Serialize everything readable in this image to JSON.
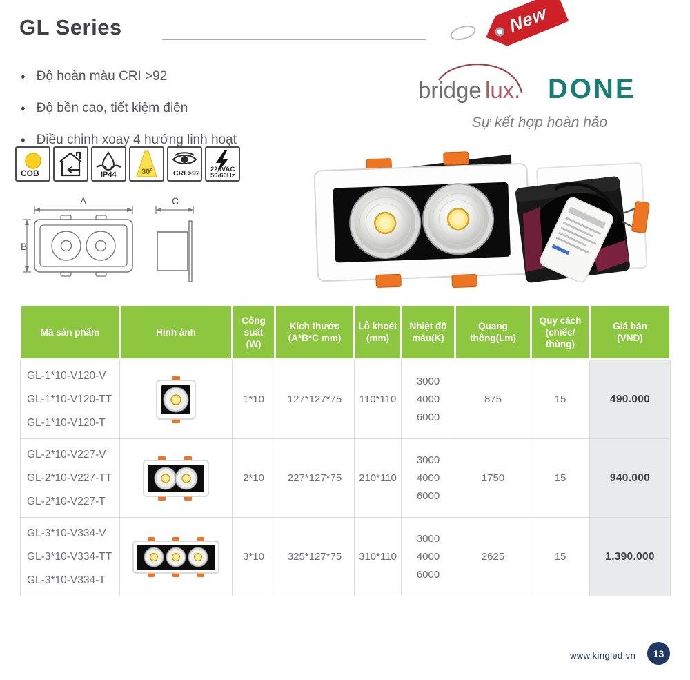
{
  "header": {
    "title": "GL Series",
    "new_tag": "New"
  },
  "features": {
    "items": [
      "Độ hoàn màu CRI >92",
      "Độ bền cao, tiết kiệm điện",
      "Điều chỉnh xoay 4 hướng linh hoạt"
    ]
  },
  "brand": {
    "bridgelux_part1": "bridge",
    "bridgelux_part2": "lux.",
    "done": "DONE",
    "tagline": "Sự kết hợp hoàn hảo"
  },
  "spec_icons": {
    "cob": "COB",
    "ip44": "IP44",
    "beam_angle": "30°",
    "cri": "CRI >92",
    "voltage_line1": "220VAC",
    "voltage_line2": "50/60Hz"
  },
  "diagram": {
    "dim_a": "A",
    "dim_b": "B",
    "dim_c": "C"
  },
  "table": {
    "headers": [
      "Mã sản phẩm",
      "Hình ảnh",
      "Công\nsuất\n(W)",
      "Kích thước\n(A*B*C mm)",
      "Lỗ khoét\n(mm)",
      "Nhiệt độ\nmàu(K)",
      "Quang\nthông(Lm)",
      "Quy cách\n(chiếc/\nthùng)",
      "Giá bán\n(VND)"
    ],
    "rows": [
      {
        "codes": [
          "GL-1*10-V120-V",
          "GL-1*10-V120-TT",
          "GL-1*10-V120-T"
        ],
        "power": "1*10",
        "size": "127*127*75",
        "hole": "110*110",
        "color_temp": "3000\n4000\n6000",
        "lumen": "875",
        "pack": "15",
        "price": "490.000"
      },
      {
        "codes": [
          "GL-2*10-V227-V",
          "GL-2*10-V227-TT",
          "GL-2*10-V227-T"
        ],
        "power": "2*10",
        "size": "227*127*75",
        "hole": "210*110",
        "color_temp": "3000\n4000\n6000",
        "lumen": "1750",
        "pack": "15",
        "price": "940.000"
      },
      {
        "codes": [
          "GL-3*10-V334-V",
          "GL-3*10-V334-TT",
          "GL-3*10-V334-T"
        ],
        "power": "3*10",
        "size": "325*127*75",
        "hole": "310*110",
        "color_temp": "3000\n4000\n6000",
        "lumen": "2625",
        "pack": "15",
        "price": "1.390.000"
      }
    ]
  },
  "footer": {
    "website": "www.kingled.vn",
    "page_number": "13"
  },
  "colors": {
    "header_green": "#8dc63f",
    "tag_red": "#cd2127",
    "brand_teal": "#177e76",
    "bridgelux_gray": "#6d6e71",
    "bridgelux_red": "#b2595d",
    "navy": "#203864",
    "clip_orange": "#ee7623",
    "cob_yellow": "#ffd21f",
    "price_bg": "#e9eaeb"
  }
}
